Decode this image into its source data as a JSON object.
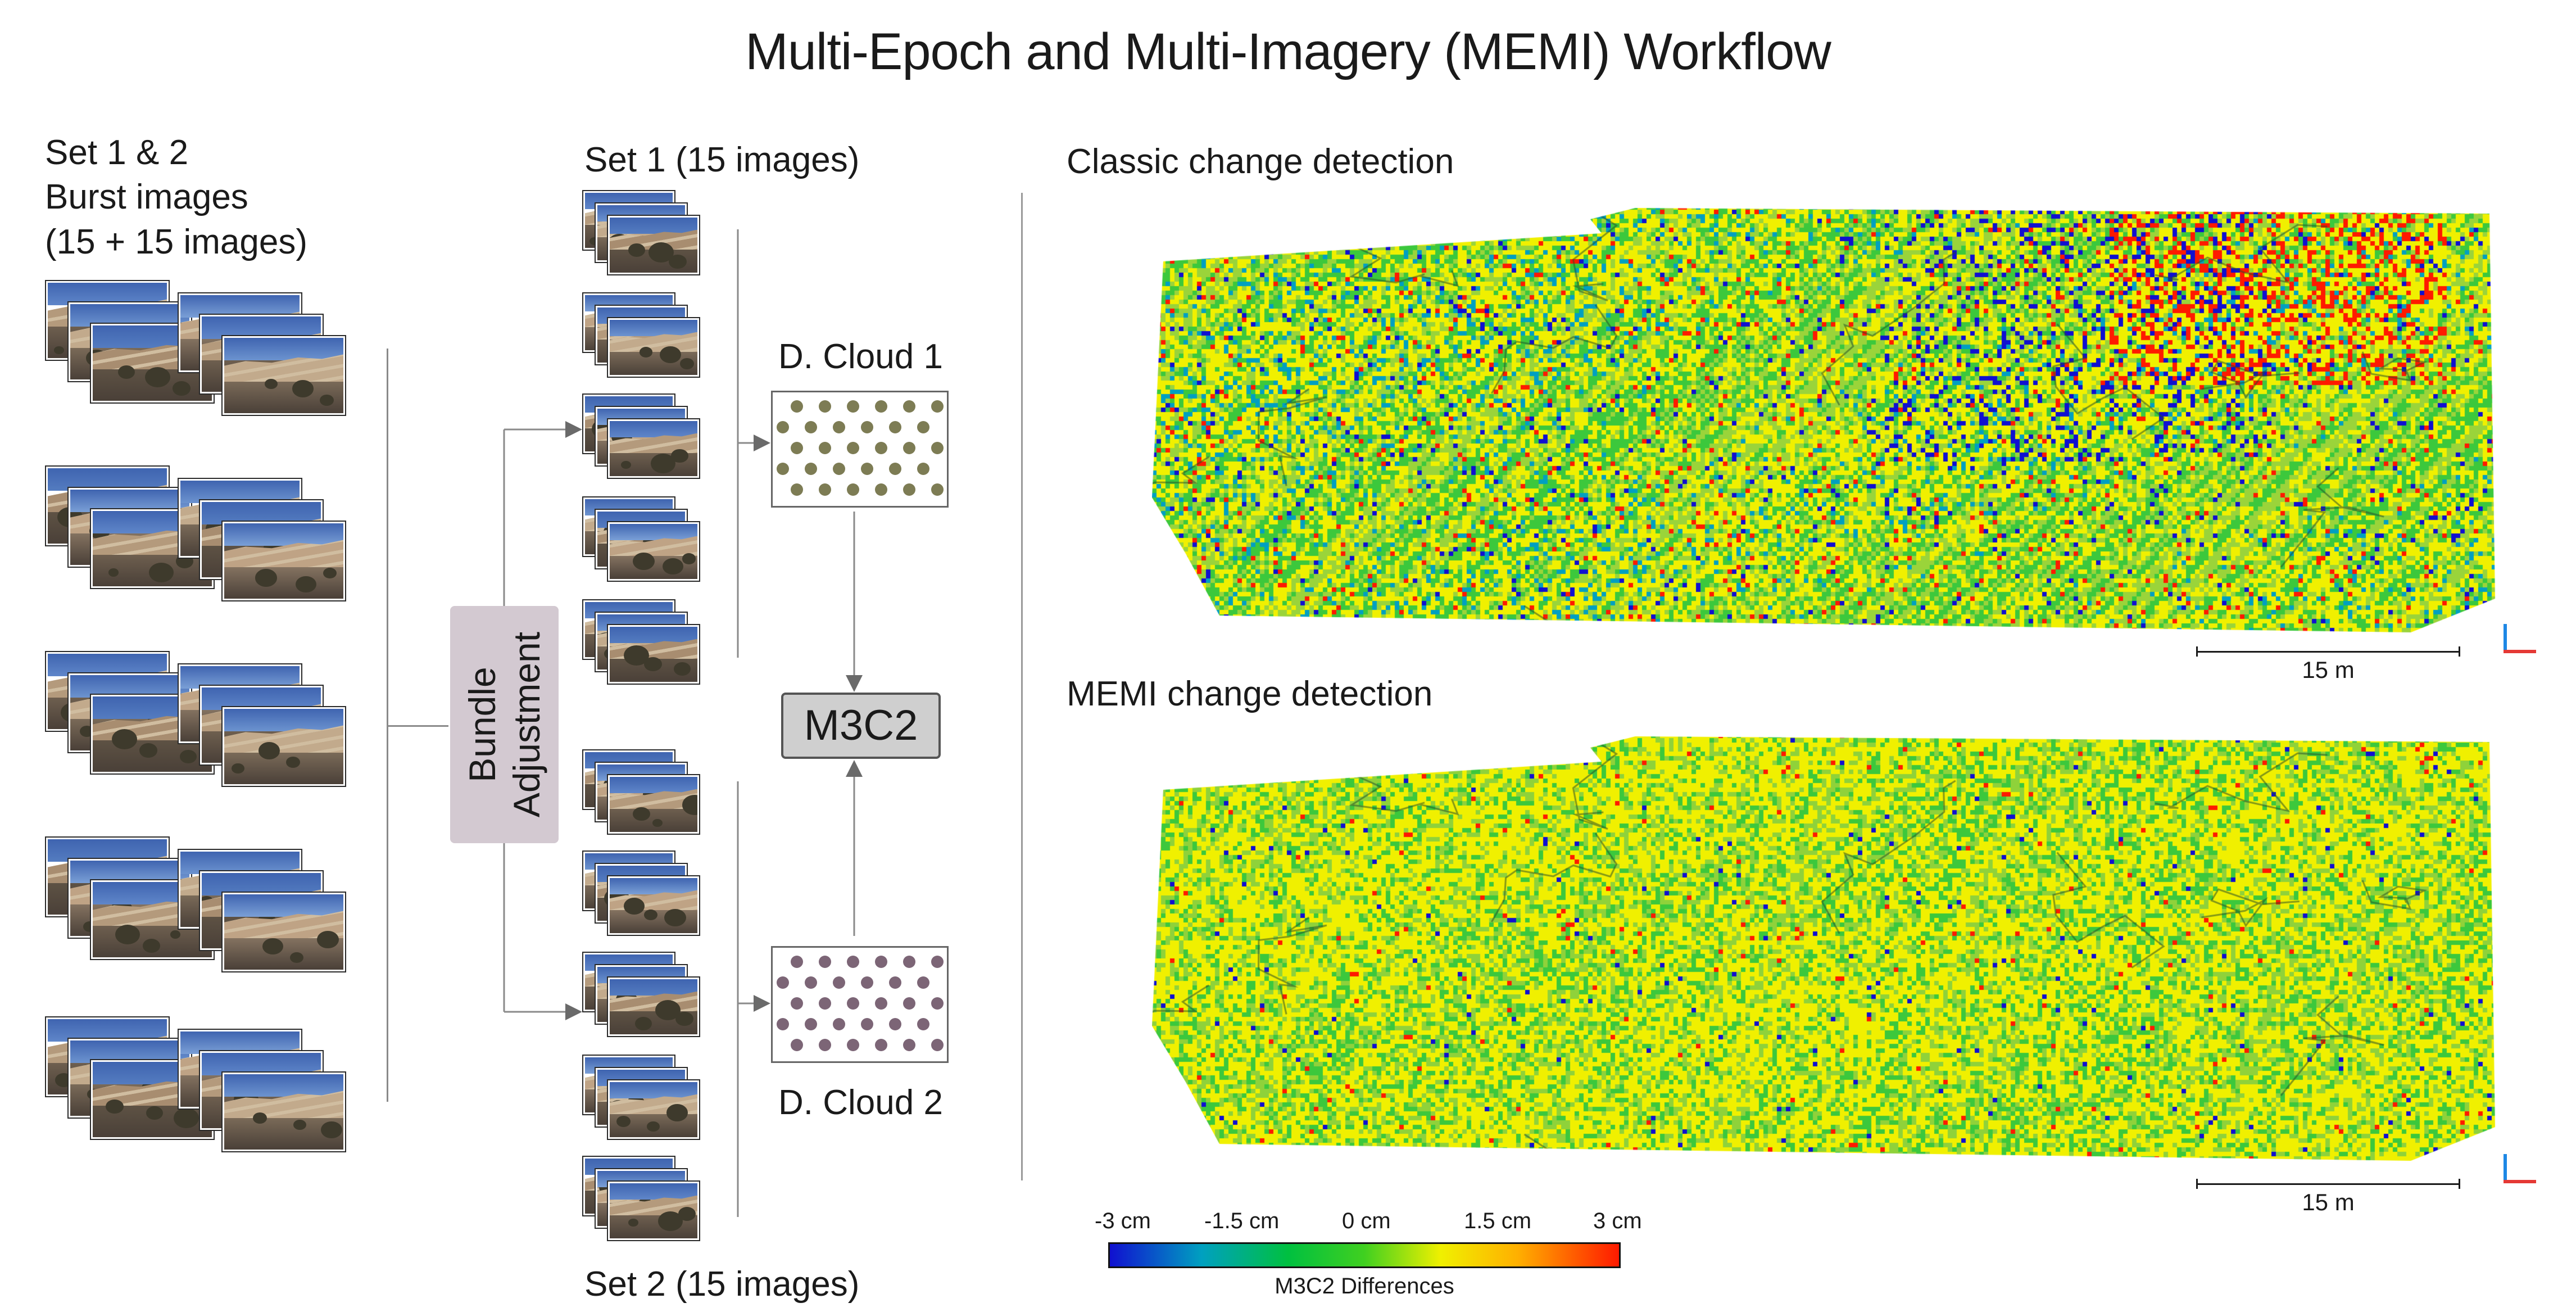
{
  "title": "Multi-Epoch and Multi-Imagery (MEMI) Workflow",
  "left_column": {
    "label_line1": "Set 1 & 2",
    "label_line2": "Burst images",
    "label_line3": "(15 + 15 images)"
  },
  "middle": {
    "set1_label": "Set 1 (15 images)",
    "set2_label": "Set 2 (15 images)",
    "bundle_line1": "Bundle",
    "bundle_line2": "Adjustment",
    "dcloud1_label": "D. Cloud 1",
    "dcloud2_label": "D. Cloud 2",
    "m3c2_label": "M3C2",
    "dcloud1_dot_color": "#7d7c54",
    "dcloud2_dot_color": "#7c6576"
  },
  "right": {
    "classic_label": "Classic change detection",
    "memi_label": "MEMI change detection",
    "scale_label_top": "15 m",
    "scale_label_bottom": "15 m"
  },
  "colorbar": {
    "ticks": [
      "-3 cm",
      "-1.5 cm",
      "0 cm",
      "1.5 cm",
      "3 cm"
    ],
    "label": "M3C2 Differences"
  },
  "colors": {
    "blue": "#1010d0",
    "cyan": "#00a0c0",
    "green": "#3cc83c",
    "yellow": "#f0f000",
    "red": "#ff1a00"
  }
}
